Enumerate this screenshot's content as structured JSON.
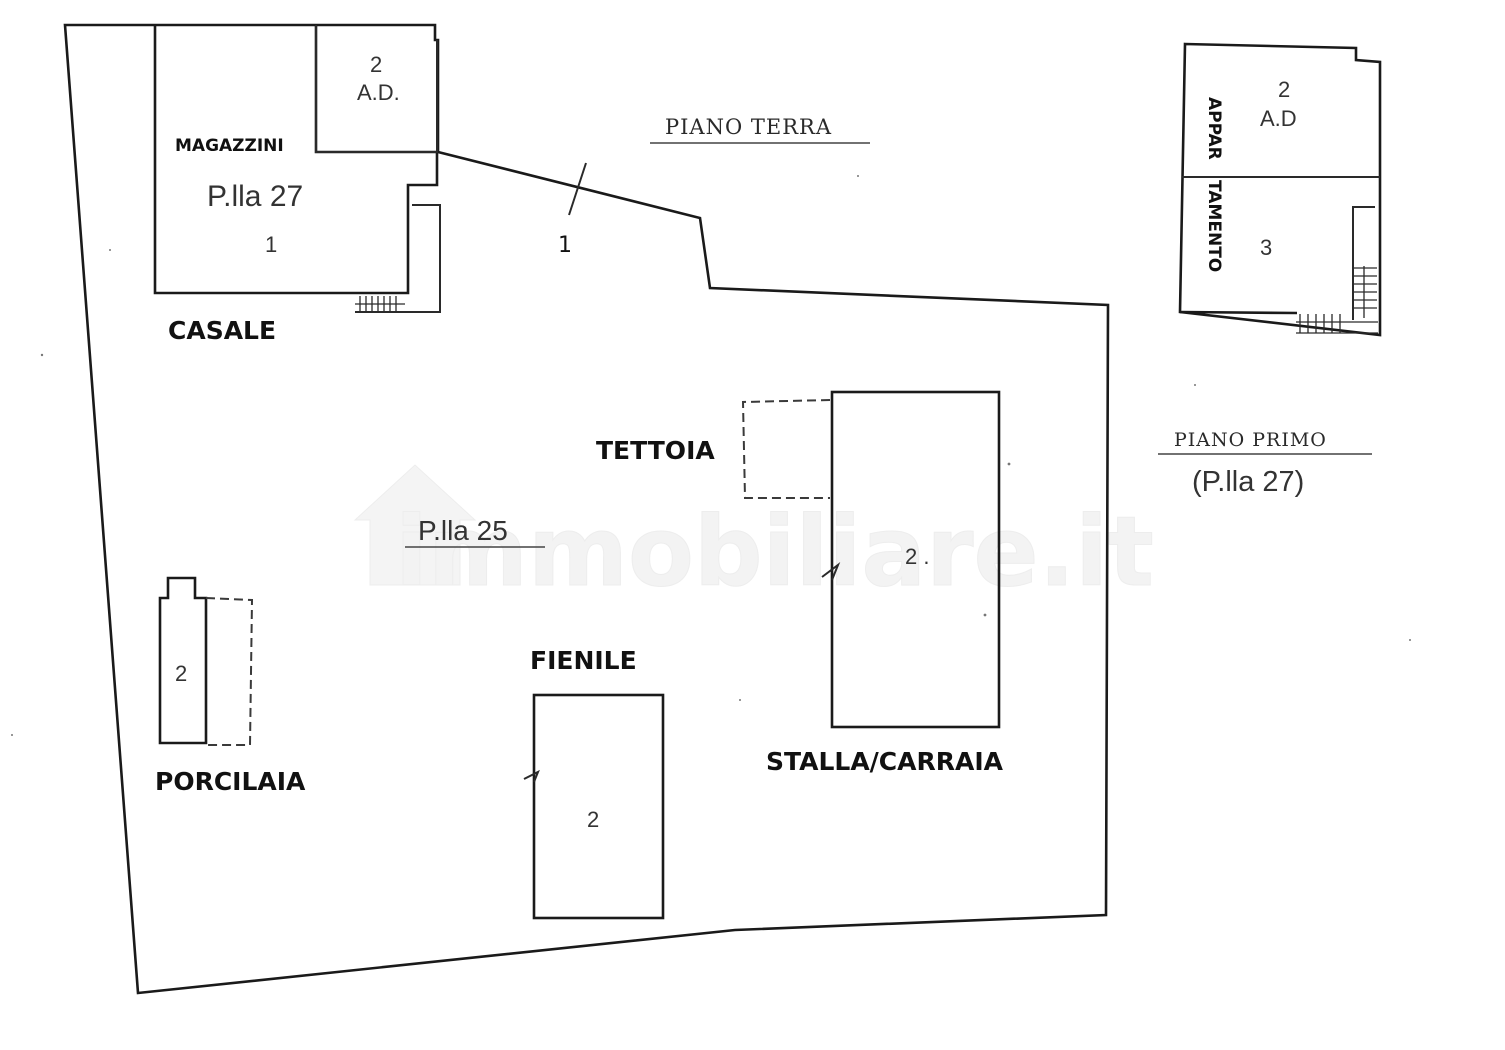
{
  "watermark": "immobiliare.it",
  "ground_floor": {
    "title": "PIANO TERRA",
    "parcel_27": {
      "label": "P.lla 27",
      "room_number": "1",
      "casale_label": "CASALE",
      "magazzini_label": "MAGAZZINI",
      "ad_room": {
        "number": "2",
        "abbr": "A.D."
      }
    },
    "courtyard_number": "1",
    "parcel_25": {
      "label": "P.lla 25"
    },
    "buildings": [
      {
        "name": "TETTOIA"
      },
      {
        "name": "STALLA/CARRAIA",
        "number": "2 ."
      },
      {
        "name": "FIENILE",
        "number": "2"
      },
      {
        "name": "PORCILAIA",
        "number": "2"
      }
    ]
  },
  "first_floor": {
    "title": "PIANO PRIMO",
    "parcel": "(P.lla 27)",
    "apartment_label_top": "APPAR",
    "apartment_label_bottom": "TAMENTO",
    "rooms": [
      {
        "number": "2",
        "abbr": "A.D"
      },
      {
        "number": "3"
      }
    ]
  }
}
